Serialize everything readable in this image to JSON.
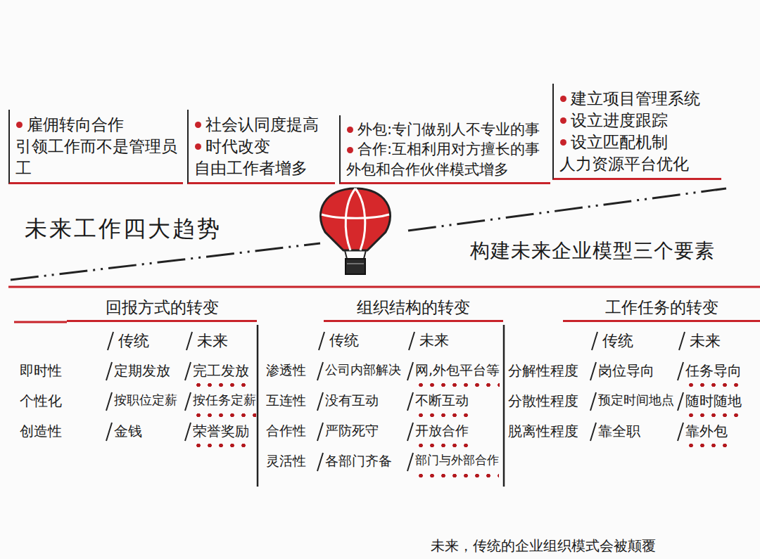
{
  "diagram": {
    "caption": "未来，传统的企业组织模式会被颠覆",
    "nodes": [
      {
        "text": [
          "雇佣转向合作",
          "引领工作而不是管理员工"
        ]
      },
      {
        "text": [
          "社会认同度提高",
          "时代改变",
          "自由工作者增多"
        ]
      },
      {
        "text": [
          "外包:专门做别人不专业的事",
          "合作:互相利用对方擅长的事",
          "外包和合作伙伴模式增多"
        ]
      },
      {
        "text": [
          "建立项目管理系统",
          "设立进度跟踪",
          "设立匹配机制",
          "人力资源平台优化"
        ]
      },
      {
        "text": [
          "回报方式的转变"
        ]
      },
      {
        "text": [
          "组织结构的转变"
        ]
      },
      {
        "text": [
          "工作任务的转变"
        ]
      }
    ],
    "labels": [
      "未来工作四大趋势",
      "构建未来企业模型三个要素",
      "传统",
      "未来",
      "即时性",
      "定期发放",
      "完工发放",
      "个性化",
      "按职位定薪",
      "按任务定薪",
      "创造性",
      "金钱",
      "荣誉奖励",
      "传统",
      "未来",
      "渗透性",
      "公司内部解决",
      "网,外包平台等",
      "互连性",
      "没有互动",
      "不断互动",
      "合作性",
      "严防死守",
      "开放合作",
      "灵活性",
      "各部门齐备",
      "部门与外部合作",
      "传统",
      "未来",
      "分解性程度",
      "岗位导向",
      "任务导向",
      "分散性程度",
      "预定时间地点",
      "随时随地",
      "脱离性程度",
      "靠全职",
      "靠外包"
    ]
  }
}
